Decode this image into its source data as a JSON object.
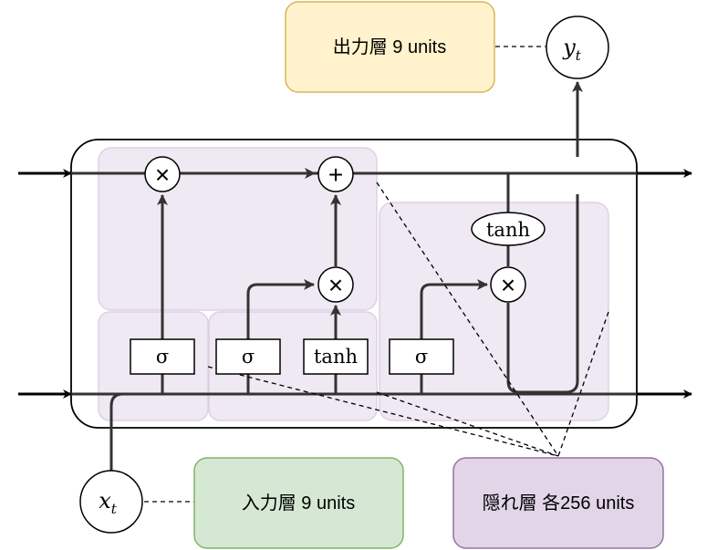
{
  "labels": {
    "output_layer": "出力層 9 units",
    "input_layer": "入力層 9 units",
    "hidden_layer": "隠れ層 各256 units",
    "y_var": "y",
    "y_sub": "t",
    "x_var": "x",
    "x_sub": "t",
    "sigma": "σ",
    "tanh": "tanh",
    "multiply": "×",
    "add": "+"
  },
  "colors": {
    "output_box_fill": "#fff2cc",
    "output_box_stroke": "#d6b656",
    "input_box_fill": "#d5e8d4",
    "input_box_stroke": "#82b366",
    "hidden_box_fill": "#e1d5e7",
    "hidden_box_stroke": "#9673a6",
    "region_fill": "#ece6f0",
    "region_stroke": "#d9c8e3",
    "line": "#333333",
    "arrow": "#000000"
  }
}
